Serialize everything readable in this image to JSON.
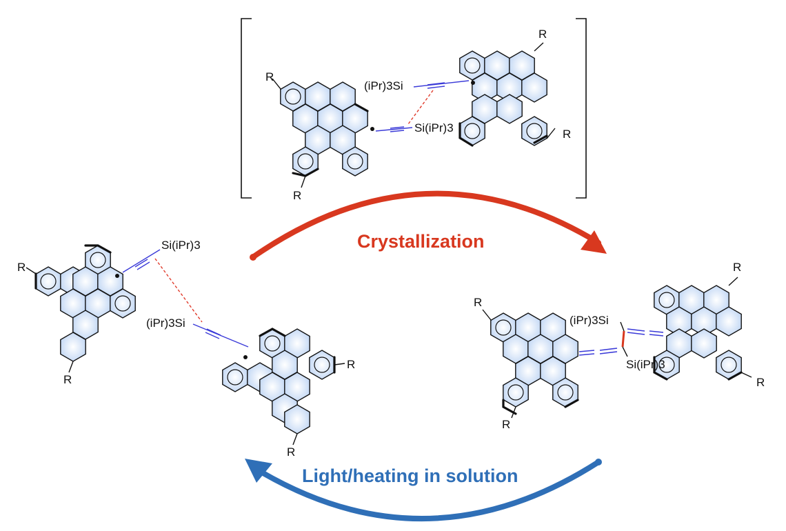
{
  "labels": {
    "substituent": "R",
    "silyl_right": "Si(iPr)3",
    "silyl_left": "(iPr)3Si"
  },
  "arrows": {
    "top": {
      "label": "Crystallization",
      "color": "#d8381f"
    },
    "bottom": {
      "label": "Light/heating in solution",
      "color": "#2f6fb7"
    }
  },
  "colors": {
    "bond": "#111111",
    "alkyne_bond": "#3a3ad8",
    "contact_dash": "#e03a2a",
    "ring_fill": "#cfe0f7"
  },
  "icons": [
    "radical-dot-icon",
    "dashed-contact-icon"
  ]
}
